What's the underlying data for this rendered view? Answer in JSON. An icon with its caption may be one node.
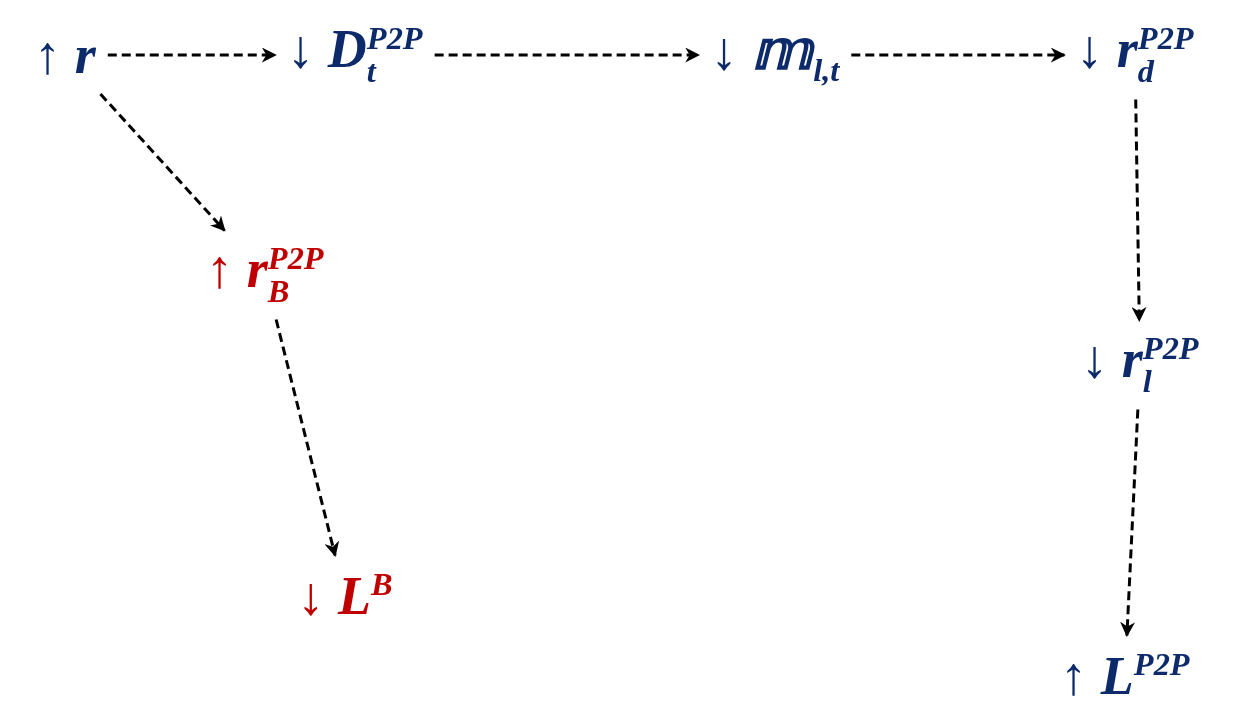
{
  "diagram": {
    "nodes": [
      {
        "text": [
          "↑ r"
        ]
      },
      {
        "text": [
          "↓ D$_{t}$$^{P2P}$"
        ]
      },
      {
        "text": [
          "↓ 𝕞$_{l,t}$"
        ]
      },
      {
        "text": [
          "↓ r$_{d}$$^{P2P}$"
        ]
      },
      {
        "text": [
          "↑ r$_{B}$$^{P2P}$"
        ]
      },
      {
        "text": [
          "↓ L$^{B}$"
        ]
      },
      {
        "text": [
          "↓ r$_{l}$$^{P2P}$"
        ]
      },
      {
        "text": [
          "↑ L$^{P2P}$"
        ]
      }
    ],
    "edges": [
      {
        "from": 0,
        "to": 1,
        "arrow": "to",
        "style": "dashed"
      },
      {
        "from": 1,
        "to": 2,
        "arrow": "to",
        "style": "dashed"
      },
      {
        "from": 2,
        "to": 3,
        "arrow": "to",
        "style": "dashed"
      },
      {
        "from": 0,
        "to": 4,
        "arrow": "to",
        "style": "dashed"
      },
      {
        "from": 4,
        "to": 5,
        "arrow": "to",
        "style": "dashed"
      },
      {
        "from": 3,
        "to": 6,
        "arrow": "to",
        "style": "dashed"
      },
      {
        "from": 6,
        "to": 7,
        "arrow": "to",
        "style": "dashed"
      }
    ]
  }
}
